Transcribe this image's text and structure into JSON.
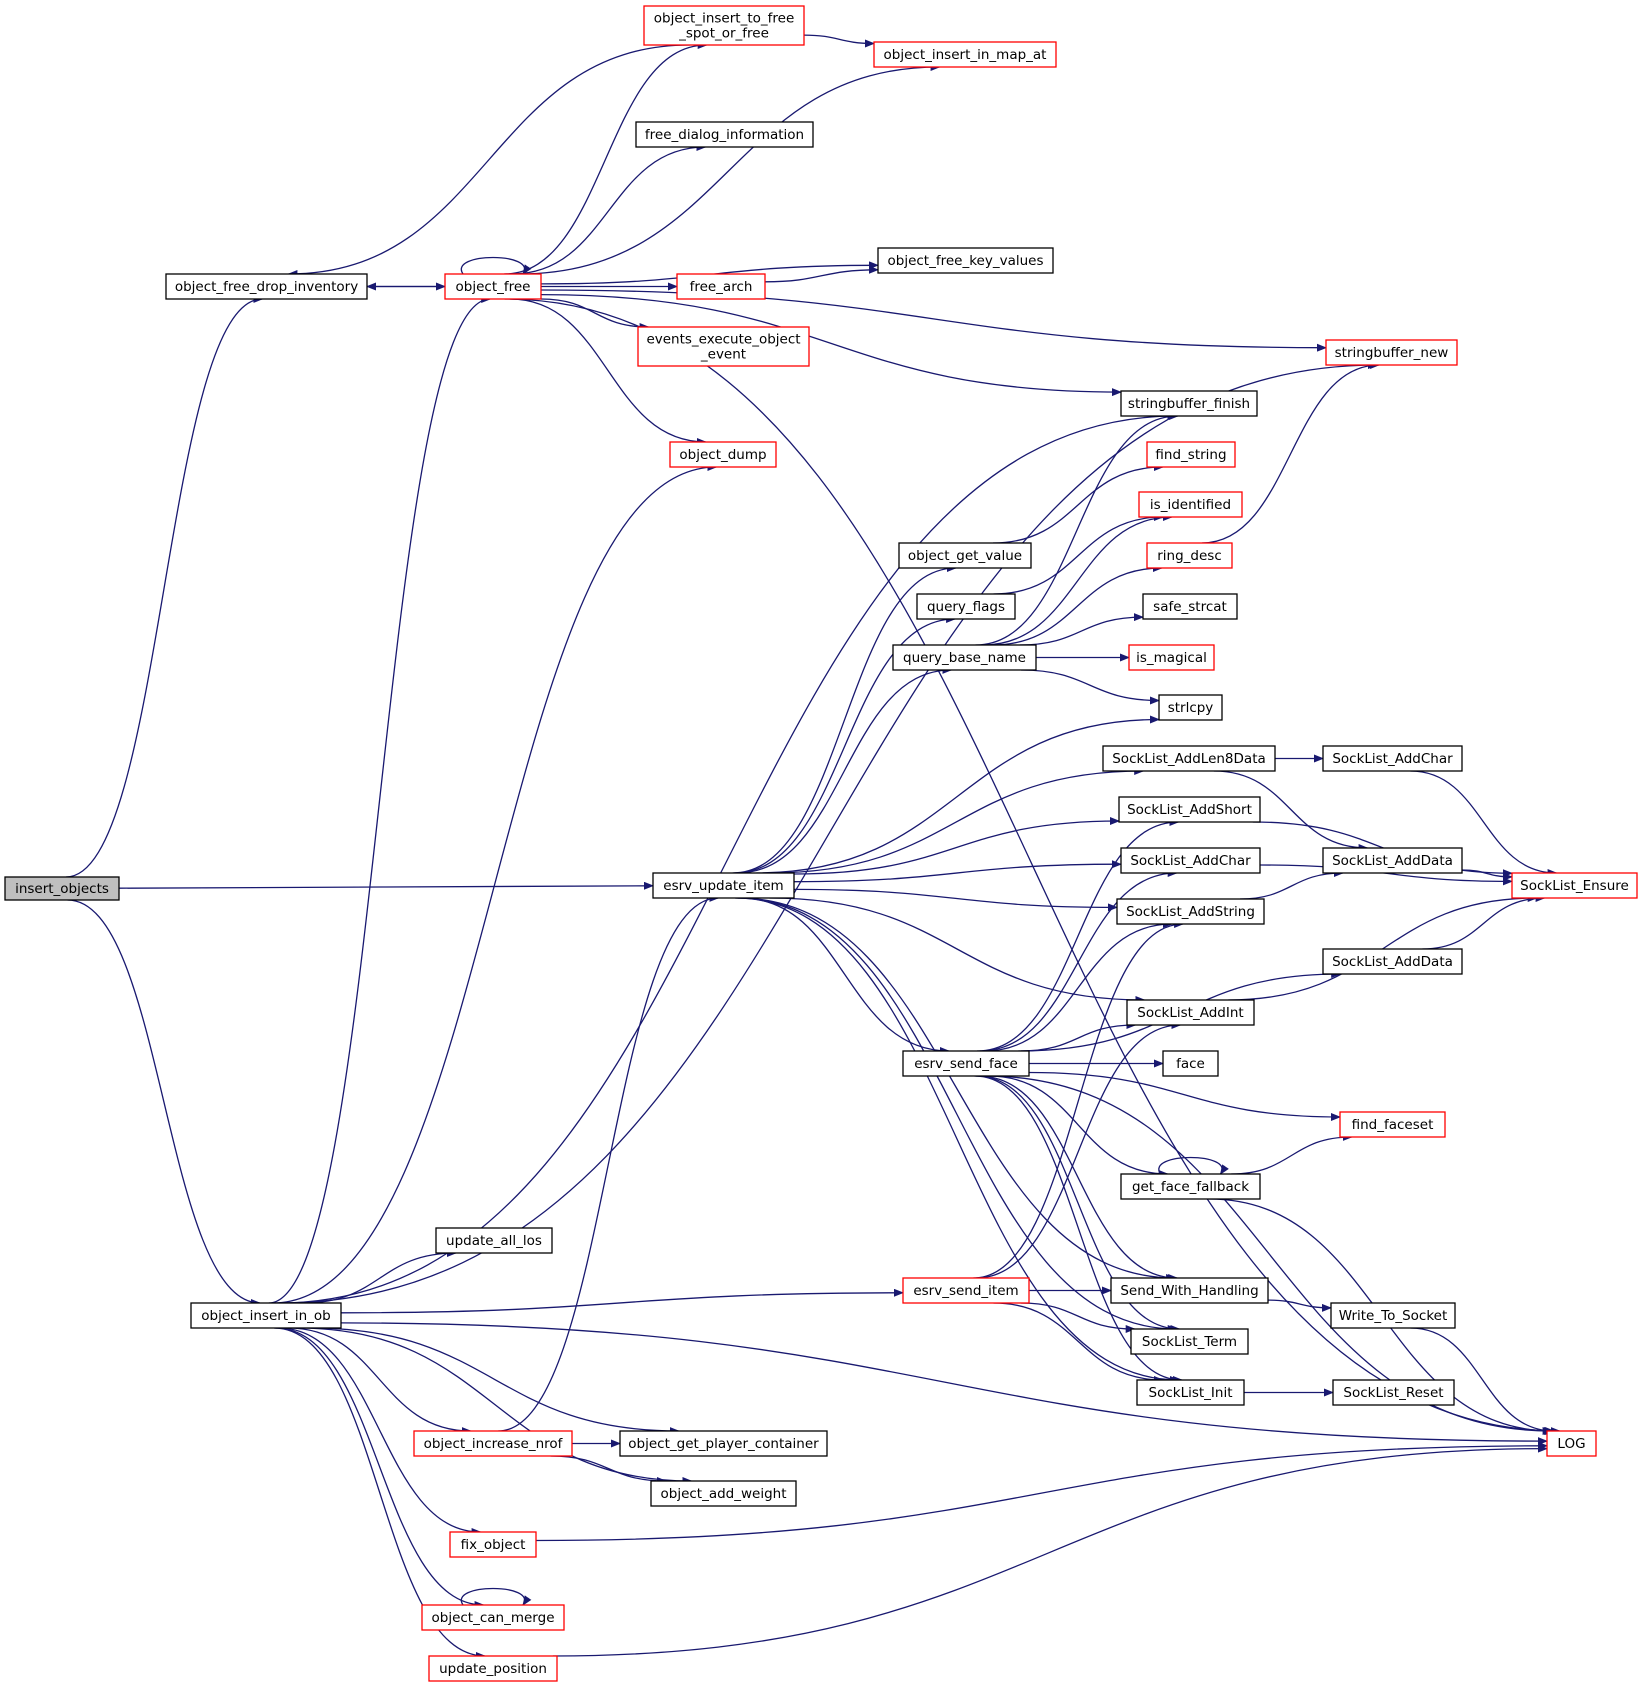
{
  "colors": {
    "edge": "#191970",
    "root_fill": "#bfbfbf",
    "node_fill": "#ffffff",
    "border_documented": "#000000",
    "border_truncated": "#ff0000"
  },
  "nodes": [
    {
      "id": "insert_objects",
      "lines": [
        "insert_objects"
      ],
      "style": "root"
    },
    {
      "id": "object_free_drop_inventory",
      "lines": [
        "object_free_drop_inventory"
      ],
      "style": "black"
    },
    {
      "id": "object_insert_in_ob",
      "lines": [
        "object_insert_in_ob"
      ],
      "style": "black"
    },
    {
      "id": "object_free",
      "lines": [
        "object_free"
      ],
      "style": "red"
    },
    {
      "id": "object_insert_to_free_spot_or_free",
      "lines": [
        "object_insert_to_free",
        "_spot_or_free"
      ],
      "style": "red"
    },
    {
      "id": "object_insert_in_map_at",
      "lines": [
        "object_insert_in_map_at"
      ],
      "style": "red"
    },
    {
      "id": "free_dialog_information",
      "lines": [
        "free_dialog_information"
      ],
      "style": "black"
    },
    {
      "id": "object_free_key_values",
      "lines": [
        "object_free_key_values"
      ],
      "style": "black"
    },
    {
      "id": "free_arch",
      "lines": [
        "free_arch"
      ],
      "style": "red"
    },
    {
      "id": "events_execute_object_event",
      "lines": [
        "events_execute_object",
        "_event"
      ],
      "style": "red"
    },
    {
      "id": "stringbuffer_new",
      "lines": [
        "stringbuffer_new"
      ],
      "style": "red"
    },
    {
      "id": "stringbuffer_finish",
      "lines": [
        "stringbuffer_finish"
      ],
      "style": "black"
    },
    {
      "id": "object_dump",
      "lines": [
        "object_dump"
      ],
      "style": "red"
    },
    {
      "id": "find_string",
      "lines": [
        "find_string"
      ],
      "style": "red"
    },
    {
      "id": "is_identified",
      "lines": [
        "is_identified"
      ],
      "style": "red"
    },
    {
      "id": "object_get_value",
      "lines": [
        "object_get_value"
      ],
      "style": "black"
    },
    {
      "id": "ring_desc",
      "lines": [
        "ring_desc"
      ],
      "style": "red"
    },
    {
      "id": "query_flags",
      "lines": [
        "query_flags"
      ],
      "style": "black"
    },
    {
      "id": "safe_strcat",
      "lines": [
        "safe_strcat"
      ],
      "style": "black"
    },
    {
      "id": "query_base_name",
      "lines": [
        "query_base_name"
      ],
      "style": "black"
    },
    {
      "id": "is_magical",
      "lines": [
        "is_magical"
      ],
      "style": "red"
    },
    {
      "id": "strlcpy",
      "lines": [
        "strlcpy"
      ],
      "style": "black"
    },
    {
      "id": "SockList_AddLen8Data",
      "lines": [
        "SockList_AddLen8Data"
      ],
      "style": "black"
    },
    {
      "id": "SockList_AddChar_r",
      "lines": [
        "SockList_AddChar"
      ],
      "style": "black"
    },
    {
      "id": "SockList_AddShort",
      "lines": [
        "SockList_AddShort"
      ],
      "style": "black"
    },
    {
      "id": "SockList_AddChar",
      "lines": [
        "SockList_AddChar"
      ],
      "style": "black"
    },
    {
      "id": "SockList_AddData_1",
      "lines": [
        "SockList_AddData"
      ],
      "style": "black"
    },
    {
      "id": "SockList_Ensure",
      "lines": [
        "SockList_Ensure"
      ],
      "style": "red"
    },
    {
      "id": "esrv_update_item",
      "lines": [
        "esrv_update_item"
      ],
      "style": "black"
    },
    {
      "id": "SockList_AddString",
      "lines": [
        "SockList_AddString"
      ],
      "style": "black"
    },
    {
      "id": "SockList_AddData_2",
      "lines": [
        "SockList_AddData"
      ],
      "style": "black"
    },
    {
      "id": "SockList_AddInt",
      "lines": [
        "SockList_AddInt"
      ],
      "style": "black"
    },
    {
      "id": "esrv_send_face",
      "lines": [
        "esrv_send_face"
      ],
      "style": "black"
    },
    {
      "id": "face",
      "lines": [
        "face"
      ],
      "style": "black"
    },
    {
      "id": "find_faceset",
      "lines": [
        "find_faceset"
      ],
      "style": "red"
    },
    {
      "id": "get_face_fallback",
      "lines": [
        "get_face_fallback"
      ],
      "style": "black"
    },
    {
      "id": "update_all_los",
      "lines": [
        "update_all_los"
      ],
      "style": "black"
    },
    {
      "id": "esrv_send_item",
      "lines": [
        "esrv_send_item"
      ],
      "style": "red"
    },
    {
      "id": "Send_With_Handling",
      "lines": [
        "Send_With_Handling"
      ],
      "style": "black"
    },
    {
      "id": "Write_To_Socket",
      "lines": [
        "Write_To_Socket"
      ],
      "style": "black"
    },
    {
      "id": "SockList_Term",
      "lines": [
        "SockList_Term"
      ],
      "style": "black"
    },
    {
      "id": "SockList_Init",
      "lines": [
        "SockList_Init"
      ],
      "style": "black"
    },
    {
      "id": "SockList_Reset",
      "lines": [
        "SockList_Reset"
      ],
      "style": "black"
    },
    {
      "id": "object_increase_nrof",
      "lines": [
        "object_increase_nrof"
      ],
      "style": "red"
    },
    {
      "id": "object_get_player_container",
      "lines": [
        "object_get_player_container"
      ],
      "style": "black"
    },
    {
      "id": "LOG",
      "lines": [
        "LOG"
      ],
      "style": "red"
    },
    {
      "id": "object_add_weight",
      "lines": [
        "object_add_weight"
      ],
      "style": "black"
    },
    {
      "id": "fix_object",
      "lines": [
        "fix_object"
      ],
      "style": "red"
    },
    {
      "id": "object_can_merge",
      "lines": [
        "object_can_merge"
      ],
      "style": "red"
    },
    {
      "id": "update_position",
      "lines": [
        "update_position"
      ],
      "style": "red"
    }
  ],
  "edges": [
    [
      "insert_objects",
      "object_free_drop_inventory"
    ],
    [
      "insert_objects",
      "esrv_update_item"
    ],
    [
      "insert_objects",
      "object_insert_in_ob"
    ],
    [
      "object_free_drop_inventory",
      "object_free"
    ],
    [
      "object_free",
      "object_free_drop_inventory"
    ],
    [
      "object_free",
      "object_free"
    ],
    [
      "object_free",
      "object_insert_to_free_spot_or_free"
    ],
    [
      "object_free",
      "object_insert_in_map_at"
    ],
    [
      "object_free",
      "free_dialog_information"
    ],
    [
      "object_free",
      "object_free_key_values"
    ],
    [
      "object_free",
      "free_arch"
    ],
    [
      "object_free",
      "events_execute_object_event"
    ],
    [
      "object_free",
      "stringbuffer_new"
    ],
    [
      "object_free",
      "stringbuffer_finish"
    ],
    [
      "object_free",
      "object_dump"
    ],
    [
      "object_free",
      "LOG"
    ],
    [
      "object_insert_to_free_spot_or_free",
      "object_free_drop_inventory"
    ],
    [
      "object_insert_to_free_spot_or_free",
      "object_insert_in_map_at"
    ],
    [
      "free_arch",
      "object_free_key_values"
    ],
    [
      "object_insert_in_ob",
      "object_free"
    ],
    [
      "object_insert_in_ob",
      "object_dump"
    ],
    [
      "object_insert_in_ob",
      "stringbuffer_new"
    ],
    [
      "object_insert_in_ob",
      "stringbuffer_finish"
    ],
    [
      "object_insert_in_ob",
      "update_all_los"
    ],
    [
      "object_insert_in_ob",
      "esrv_send_item"
    ],
    [
      "object_insert_in_ob",
      "object_increase_nrof"
    ],
    [
      "object_insert_in_ob",
      "object_get_player_container"
    ],
    [
      "object_insert_in_ob",
      "object_add_weight"
    ],
    [
      "object_insert_in_ob",
      "fix_object"
    ],
    [
      "object_insert_in_ob",
      "object_can_merge"
    ],
    [
      "object_insert_in_ob",
      "update_position"
    ],
    [
      "object_insert_in_ob",
      "LOG"
    ],
    [
      "object_get_value",
      "find_string"
    ],
    [
      "query_flags",
      "is_identified"
    ],
    [
      "query_base_name",
      "stringbuffer_finish"
    ],
    [
      "query_base_name",
      "is_identified"
    ],
    [
      "query_base_name",
      "ring_desc"
    ],
    [
      "query_base_name",
      "safe_strcat"
    ],
    [
      "query_base_name",
      "is_magical"
    ],
    [
      "query_base_name",
      "strlcpy"
    ],
    [
      "ring_desc",
      "stringbuffer_new"
    ],
    [
      "esrv_update_item",
      "object_get_value"
    ],
    [
      "esrv_update_item",
      "query_flags"
    ],
    [
      "esrv_update_item",
      "query_base_name"
    ],
    [
      "esrv_update_item",
      "strlcpy"
    ],
    [
      "esrv_update_item",
      "SockList_AddLen8Data"
    ],
    [
      "esrv_update_item",
      "SockList_AddShort"
    ],
    [
      "esrv_update_item",
      "SockList_AddChar"
    ],
    [
      "esrv_update_item",
      "SockList_AddString"
    ],
    [
      "esrv_update_item",
      "SockList_AddInt"
    ],
    [
      "esrv_update_item",
      "esrv_send_face"
    ],
    [
      "esrv_update_item",
      "Send_With_Handling"
    ],
    [
      "esrv_update_item",
      "SockList_Term"
    ],
    [
      "esrv_update_item",
      "SockList_Init"
    ],
    [
      "SockList_AddLen8Data",
      "SockList_AddChar_r"
    ],
    [
      "SockList_AddLen8Data",
      "SockList_AddData_1"
    ],
    [
      "SockList_AddChar_r",
      "SockList_Ensure"
    ],
    [
      "SockList_AddShort",
      "SockList_Ensure"
    ],
    [
      "SockList_AddChar",
      "SockList_Ensure"
    ],
    [
      "SockList_AddData_1",
      "SockList_Ensure"
    ],
    [
      "SockList_AddString",
      "SockList_AddData_1"
    ],
    [
      "SockList_AddData_2",
      "SockList_Ensure"
    ],
    [
      "SockList_AddInt",
      "SockList_Ensure"
    ],
    [
      "esrv_send_face",
      "SockList_AddShort"
    ],
    [
      "esrv_send_face",
      "SockList_AddChar"
    ],
    [
      "esrv_send_face",
      "SockList_AddString"
    ],
    [
      "esrv_send_face",
      "SockList_AddData_2"
    ],
    [
      "esrv_send_face",
      "SockList_AddInt"
    ],
    [
      "esrv_send_face",
      "face"
    ],
    [
      "esrv_send_face",
      "find_faceset"
    ],
    [
      "esrv_send_face",
      "get_face_fallback"
    ],
    [
      "esrv_send_face",
      "Send_With_Handling"
    ],
    [
      "esrv_send_face",
      "SockList_Term"
    ],
    [
      "esrv_send_face",
      "SockList_Init"
    ],
    [
      "esrv_send_face",
      "LOG"
    ],
    [
      "get_face_fallback",
      "get_face_fallback"
    ],
    [
      "get_face_fallback",
      "find_faceset"
    ],
    [
      "get_face_fallback",
      "LOG"
    ],
    [
      "esrv_send_item",
      "SockList_AddString"
    ],
    [
      "esrv_send_item",
      "SockList_AddInt"
    ],
    [
      "esrv_send_item",
      "Send_With_Handling"
    ],
    [
      "esrv_send_item",
      "SockList_Term"
    ],
    [
      "esrv_send_item",
      "SockList_Init"
    ],
    [
      "Send_With_Handling",
      "Write_To_Socket"
    ],
    [
      "Write_To_Socket",
      "LOG"
    ],
    [
      "SockList_Init",
      "SockList_Reset"
    ],
    [
      "object_increase_nrof",
      "esrv_update_item"
    ],
    [
      "object_increase_nrof",
      "object_get_player_container"
    ],
    [
      "object_increase_nrof",
      "object_add_weight"
    ],
    [
      "fix_object",
      "LOG"
    ],
    [
      "object_can_merge",
      "object_can_merge"
    ],
    [
      "update_position",
      "LOG"
    ]
  ]
}
